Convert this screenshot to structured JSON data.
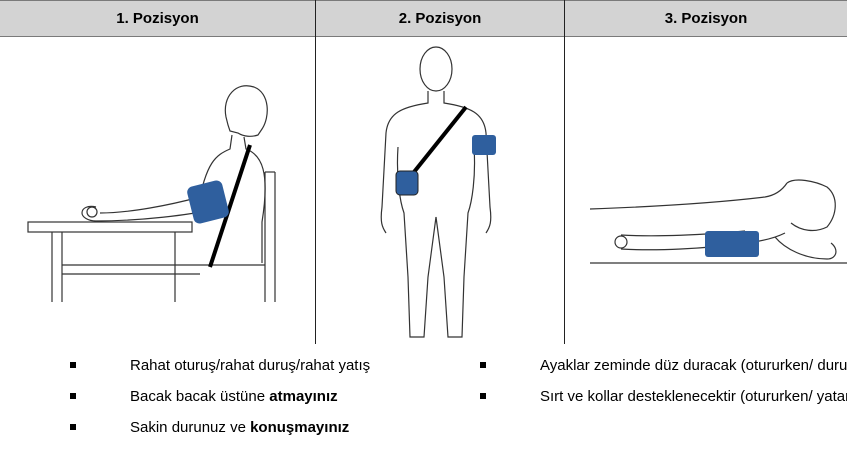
{
  "header": {
    "col1": "1. Pozisyon",
    "col2": "2. Pozisyon",
    "col3": "3. Pozisyon"
  },
  "illustrations": {
    "col1": "seated-person-at-table-with-cuff",
    "col2": "standing-person-with-cuff-and-strap",
    "col3": "lying-person-with-cuff"
  },
  "colors": {
    "header_bg": "#d3d3d3",
    "cuff_blue": "#2f5f9e"
  },
  "left_bullets": [
    {
      "text": "Rahat oturuş/rahat duruş/rahat yatış",
      "bold": ""
    },
    {
      "text": "Bacak bacak üstüne ",
      "bold": "atmayınız"
    },
    {
      "text": "Sakin durunuz ve ",
      "bold": "konuşmayınız"
    }
  ],
  "right_bullets": [
    {
      "text": "Ayaklar zeminde düz duracak (otururken/ dururken)",
      "bold": ""
    },
    {
      "text": "Sırt ve kollar desteklenecektir (otururken/ yatarken)",
      "bold": ""
    }
  ]
}
